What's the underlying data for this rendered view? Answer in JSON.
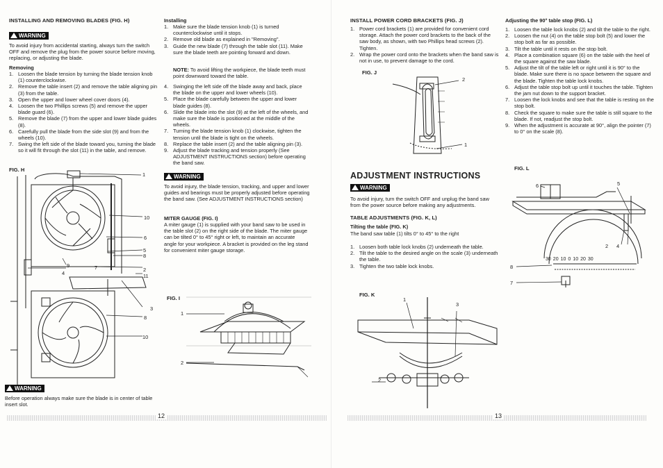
{
  "left": {
    "col1": {
      "heading": "INSTALLING AND REMOVING BLADES (FIG. H)",
      "warning_label": "WARNING",
      "warning_text": "To avoid injury from accidental starting, always turn the switch OFF and remove the plug from the power source before moving, replacing, or adjusting the blade.",
      "removing_title": "Removing",
      "removing_steps": [
        {
          "n": "1.",
          "t": "Loosen the blade tension by turning the blade tension knob (1) counterclockwise."
        },
        {
          "n": "2.",
          "t": "Remove the table insert (2) and remove the table aligning pin (3) from the table."
        },
        {
          "n": "3.",
          "t": "Open the upper and lower wheel cover doors (4)."
        },
        {
          "n": "4.",
          "t": "Loosen the two Phillips screws (5) and remove the upper blade guard (6)."
        },
        {
          "n": "5.",
          "t": "Remove the blade (7) from the upper and lower blade guides (8)."
        },
        {
          "n": "6.",
          "t": "Carefully pull the blade from the side slot (9) and from the wheels (10)."
        },
        {
          "n": "7.",
          "t": "Swing the left side of the blade toward you, turning the blade so it will fit through the slot (11) in the table, and remove."
        }
      ],
      "fig_h_label": "FIG. H",
      "fig_h_callouts": [
        "1",
        "10",
        "6",
        "5",
        "8",
        "9",
        "4",
        "7",
        "2",
        "11",
        "3",
        "8",
        "10"
      ],
      "bottom_warning_label": "WARNING",
      "bottom_warning_text": "Before operation always make sure the blade is in center of table insert slot."
    },
    "col2": {
      "installing_title": "Installing",
      "installing_steps_a": [
        {
          "n": "1.",
          "t": "Make sure the blade tension knob (1) is turned counterclockwise until it stops."
        },
        {
          "n": "2.",
          "t": "Remove old blade as explained in \"Removing\"."
        },
        {
          "n": "3.",
          "t": "Guide the new blade (7) through the table slot (11). Make sure the blade teeth are pointing forward and down."
        }
      ],
      "note_label": "NOTE:",
      "note_text": " To avoid lifting the workpiece, the blade teeth must point downward toward the table.",
      "installing_steps_b": [
        {
          "n": "4.",
          "t": "Swinging the left side off the blade away and back, place the blade on the upper and lower wheels (10)."
        },
        {
          "n": "5.",
          "t": "Place the blade carefully between the upper and lower blade guides (8)."
        },
        {
          "n": "6.",
          "t": "Slide the blade into the slot (9) at the left of the wheels, and make sure the blade is positioned at the middle of the wheels."
        },
        {
          "n": "7.",
          "t": "Turning the blade tension knob (1) clockwise, tighten the tension until the blade is tight on the wheels."
        },
        {
          "n": "8.",
          "t": "Replace the table insert (2) and the table aligning pin (3)."
        },
        {
          "n": "9.",
          "t": "Adjust the blade tracking and tension properly (See ADJUSTMENT INSTRUCTIONS section) before operating the band saw."
        }
      ],
      "warning_label": "WARNING",
      "warning_text": "To avoid injury, the blade tension, tracking, and upper and lower guides and bearings must be properly adjusted before operating the band saw. (See ADJUSTMENT INSTRUCTIONS section)",
      "miter_title": "MITER GAUGE (FIG. I)",
      "miter_text": "A miter gauge (1) is supplied with your band saw to be used in the table slot (2) on the right side of the blade. The miter gauge can be tilted 0° to 45° right or left, to maintain an accurate angle for your workpiece. A bracket is provided on the leg stand for convenient miter gauge storage.",
      "fig_i_label": "FIG. I",
      "fig_i_callouts": [
        "1",
        "2"
      ]
    },
    "page_number": "12"
  },
  "right": {
    "col1": {
      "cord_title": "INSTALL POWER CORD BRACKETS (FIG. J)",
      "cord_steps": [
        {
          "n": "1.",
          "t": "Power cord brackets (1) are provided for convenient cord storage. Attach the power cord brackets to the back of the saw body, as shown, with two Phillips head screws (2). Tighten."
        },
        {
          "n": "2.",
          "t": "Wrap the power cord onto the brackets when the band saw is not in use, to prevent damage to the cord."
        }
      ],
      "fig_j_label": "FIG. J",
      "fig_j_callouts": [
        "2",
        "1"
      ],
      "adjust_heading": "ADJUSTMENT INSTRUCTIONS",
      "warning_label": "WARNING",
      "warning_text": "To avoid injury, turn the switch OFF and unplug the band saw from the power source before making any adjustments.",
      "table_adj_title": "TABLE ADJUSTMENTS (FIG. K, L)",
      "tilting_title": "Tilting the table (FIG. K)",
      "tilting_intro": "The band saw table (1) tilts 0° to 45° to the right",
      "tilting_steps": [
        {
          "n": "1.",
          "t": "Loosen both table lock knobs (2) underneath the table."
        },
        {
          "n": "2.",
          "t": "Tilt the table to the desired angle on the scale (3) underneath the table."
        },
        {
          "n": "3.",
          "t": "Tighten the two table lock knobs."
        }
      ],
      "fig_k_label": "FIG. K",
      "fig_k_callouts": [
        "1",
        "3",
        "2"
      ]
    },
    "col2": {
      "stop_title": "Adjusting the 90° table stop (FIG. L)",
      "stop_steps": [
        {
          "n": "1.",
          "t": "Loosen the table lock knobs (2) and tilt the table to the right."
        },
        {
          "n": "2.",
          "t": "Loosen the nut (4) on the table stop bolt (5) and lower the stop bolt as far as possible."
        },
        {
          "n": "3.",
          "t": "Tilt the table until it rests on the stop bolt."
        },
        {
          "n": "4.",
          "t": "Place a combination square (6) on the table with the heel of the square against the saw blade."
        },
        {
          "n": "5.",
          "t": "Adjust the tilt of the table left or right until it is 90° to the blade. Make sure there is no space between the square and the blade. Tighten the table lock knobs."
        },
        {
          "n": "6.",
          "t": "Adjust the table stop bolt up until it touches the table. Tighten the jam nut down to the support bracket."
        },
        {
          "n": "7.",
          "t": "Loosen the lock knobs and see that the table is resting on the stop bolt."
        },
        {
          "n": "8.",
          "t": "Check the square to make sure the table is still square to the blade. If not, readjust the stop bolt."
        },
        {
          "n": "9.",
          "t": "When the adjustment is accurate at 90°, align the pointer (7) to 0° on the scale (8)."
        }
      ],
      "fig_l_label": "FIG. L",
      "fig_l_callouts": [
        "6",
        "5",
        "2",
        "4",
        "8",
        "7"
      ],
      "scale_labels": [
        "30",
        "20",
        "10",
        "0",
        "10",
        "20",
        "30"
      ]
    },
    "page_number": "13"
  }
}
